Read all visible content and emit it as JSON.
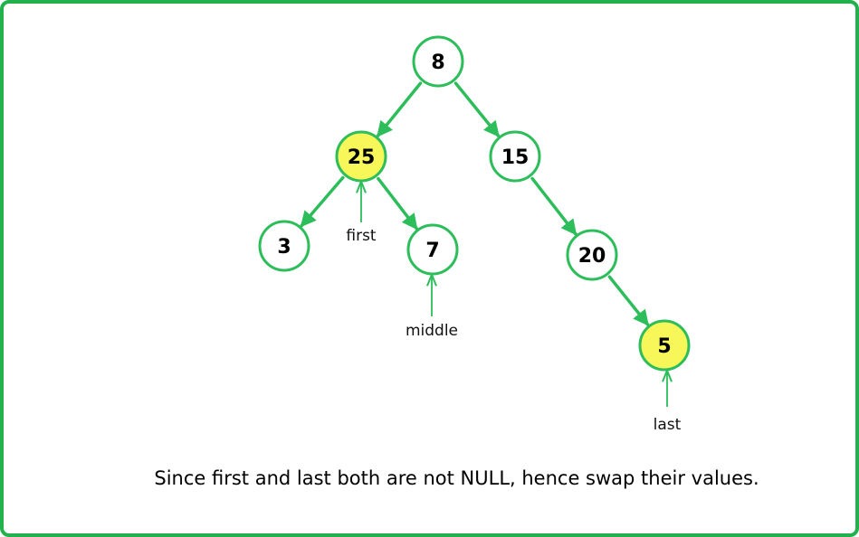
{
  "colors": {
    "border": "#22b14c",
    "edge": "#2dbd5a",
    "node_stroke": "#2dbd5a",
    "node_fill": "#ffffff",
    "highlight_fill": "#f7f75a"
  },
  "nodes": [
    {
      "id": "n8",
      "label": "8",
      "highlight": false
    },
    {
      "id": "n25",
      "label": "25",
      "highlight": true
    },
    {
      "id": "n15",
      "label": "15",
      "highlight": false
    },
    {
      "id": "n3",
      "label": "3",
      "highlight": false
    },
    {
      "id": "n7",
      "label": "7",
      "highlight": false
    },
    {
      "id": "n20",
      "label": "20",
      "highlight": false
    },
    {
      "id": "n5",
      "label": "5",
      "highlight": true
    }
  ],
  "edges": [
    {
      "from": "n8",
      "to": "n25"
    },
    {
      "from": "n8",
      "to": "n15"
    },
    {
      "from": "n25",
      "to": "n3"
    },
    {
      "from": "n25",
      "to": "n7"
    },
    {
      "from": "n15",
      "to": "n20"
    },
    {
      "from": "n20",
      "to": "n5"
    }
  ],
  "pointers": [
    {
      "target": "n25",
      "label": "first"
    },
    {
      "target": "n7",
      "label": "middle"
    },
    {
      "target": "n5",
      "label": "last"
    }
  ],
  "caption": "Since first and last both are not NULL, hence swap their values."
}
